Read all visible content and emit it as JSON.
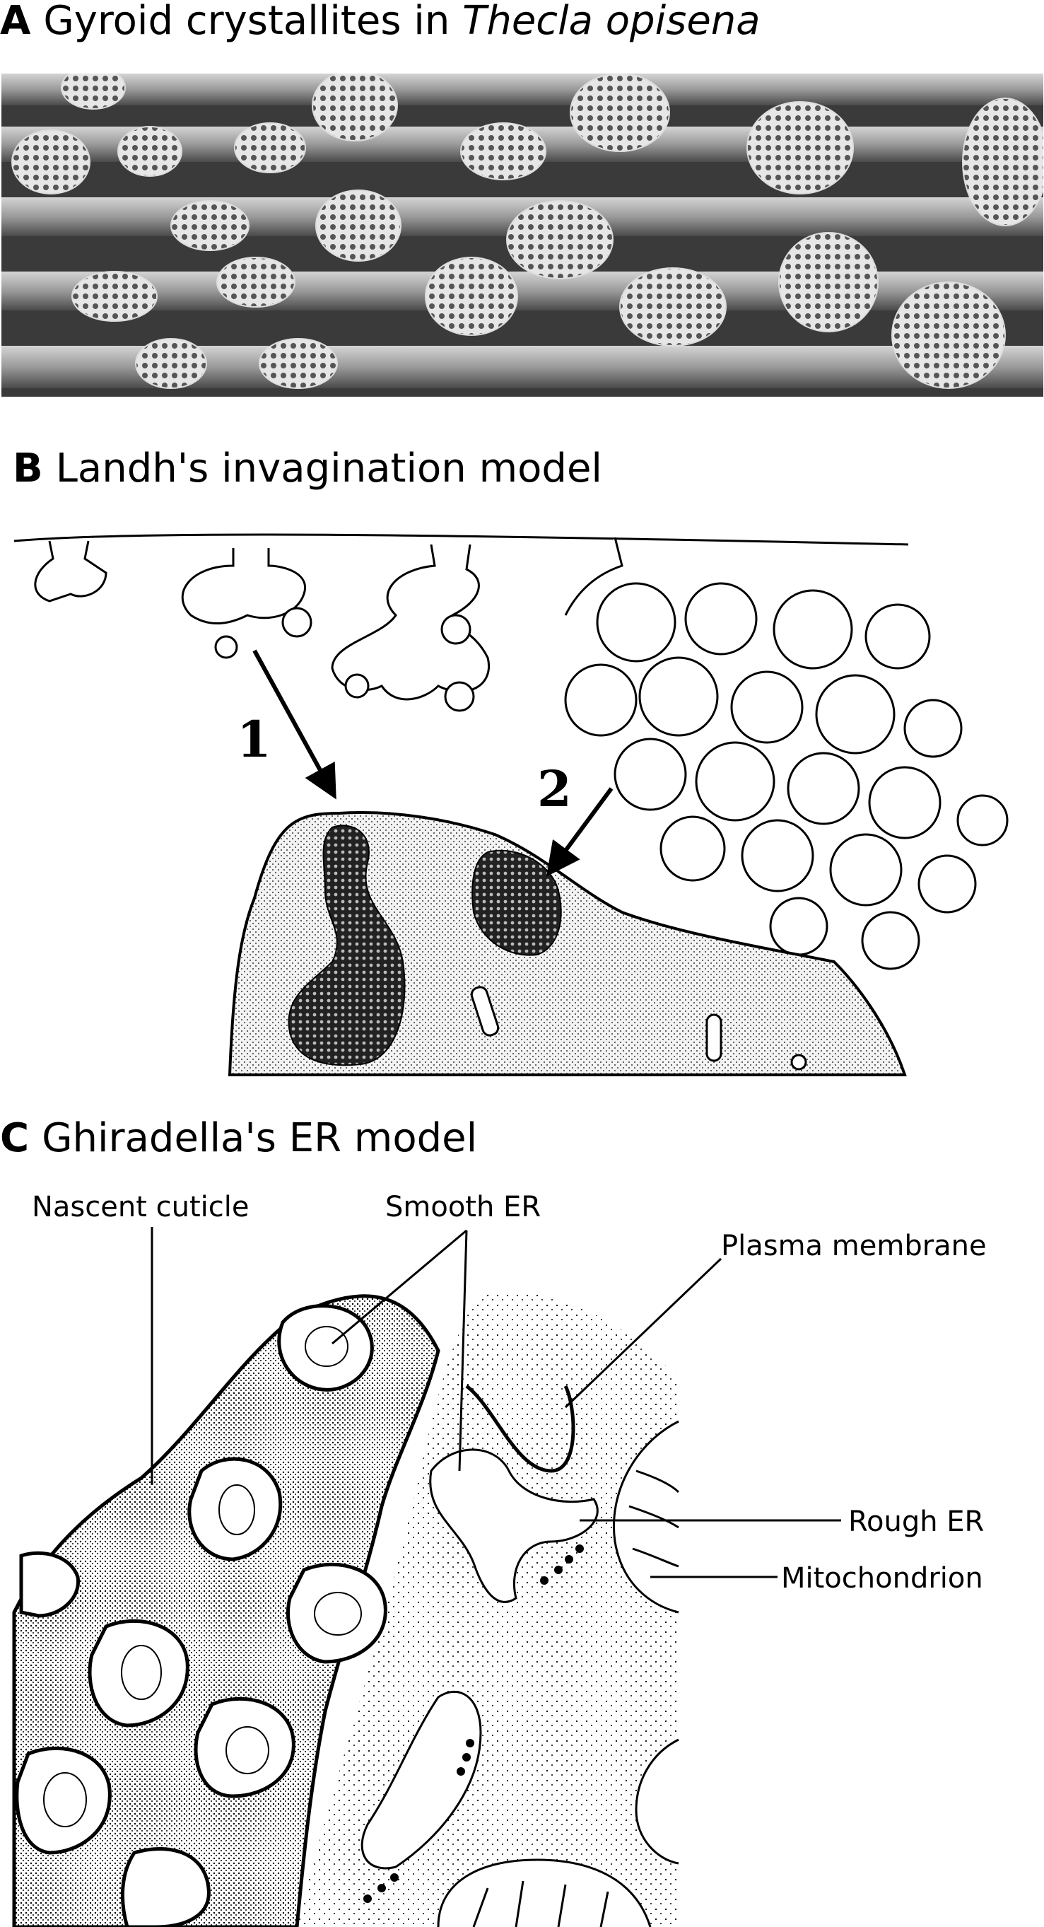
{
  "panels": {
    "a": {
      "letter": "A",
      "title_prefix": "Gyroid crystallites in ",
      "title_italic": "Thecla opisena"
    },
    "b": {
      "letter": "B",
      "title": "Landh's invagination model",
      "arrow_1": "1",
      "arrow_2": "2"
    },
    "c": {
      "letter": "C",
      "title": "Ghiradella's ER model",
      "labels": {
        "nascent_cuticle": "Nascent cuticle",
        "smooth_er": "Smooth ER",
        "plasma_membrane": "Plasma membrane",
        "rough_er": "Rough ER",
        "mitochondrion": "Mitochondrion"
      }
    }
  },
  "colors": {
    "background": "#ffffff",
    "ink": "#000000",
    "sem_dark": "#2f2f2f",
    "sem_light": "#c8c8c8"
  }
}
